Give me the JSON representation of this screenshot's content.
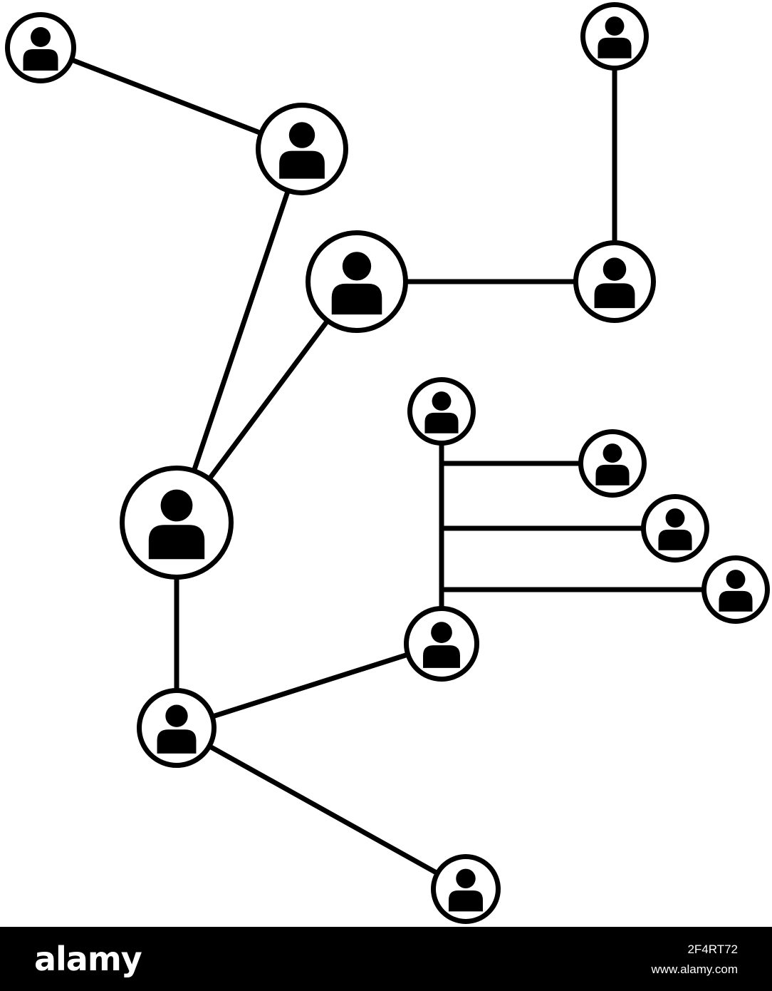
{
  "diagram": {
    "type": "people-network",
    "nodes": [
      {
        "id": "n1",
        "icon": "person-icon"
      },
      {
        "id": "n2",
        "icon": "person-icon"
      },
      {
        "id": "n3",
        "icon": "person-icon"
      },
      {
        "id": "n4",
        "icon": "person-icon"
      },
      {
        "id": "n5",
        "icon": "person-icon"
      },
      {
        "id": "n6",
        "icon": "person-icon"
      },
      {
        "id": "n7",
        "icon": "person-icon"
      },
      {
        "id": "n8",
        "icon": "person-icon"
      },
      {
        "id": "n9",
        "icon": "person-icon"
      },
      {
        "id": "n10",
        "icon": "person-icon"
      },
      {
        "id": "n11",
        "icon": "person-icon"
      },
      {
        "id": "n12",
        "icon": "person-icon"
      },
      {
        "id": "n13",
        "icon": "person-icon"
      }
    ],
    "edges": [
      {
        "from": "n1",
        "to": "n2"
      },
      {
        "from": "n2",
        "to": "n5"
      },
      {
        "from": "n3",
        "to": "n5"
      },
      {
        "from": "n3",
        "to": "n4"
      },
      {
        "from": "n4",
        "to": "n12"
      },
      {
        "from": "n5",
        "to": "n6"
      },
      {
        "from": "n6",
        "to": "n7"
      },
      {
        "from": "n6",
        "to": "n8"
      },
      {
        "from": "n7",
        "to": "n9"
      },
      {
        "from": "n9",
        "to": "n10"
      },
      {
        "from": "n9",
        "to": "n11"
      },
      {
        "from": "n9",
        "to": "n13"
      }
    ]
  },
  "colors": {
    "stroke": "#000000",
    "background": "#ffffff",
    "footer": "#000000"
  },
  "footer": {
    "logo_text": "alamy",
    "image_id": "2F4RT72",
    "site_url": "www.alamy.com"
  }
}
